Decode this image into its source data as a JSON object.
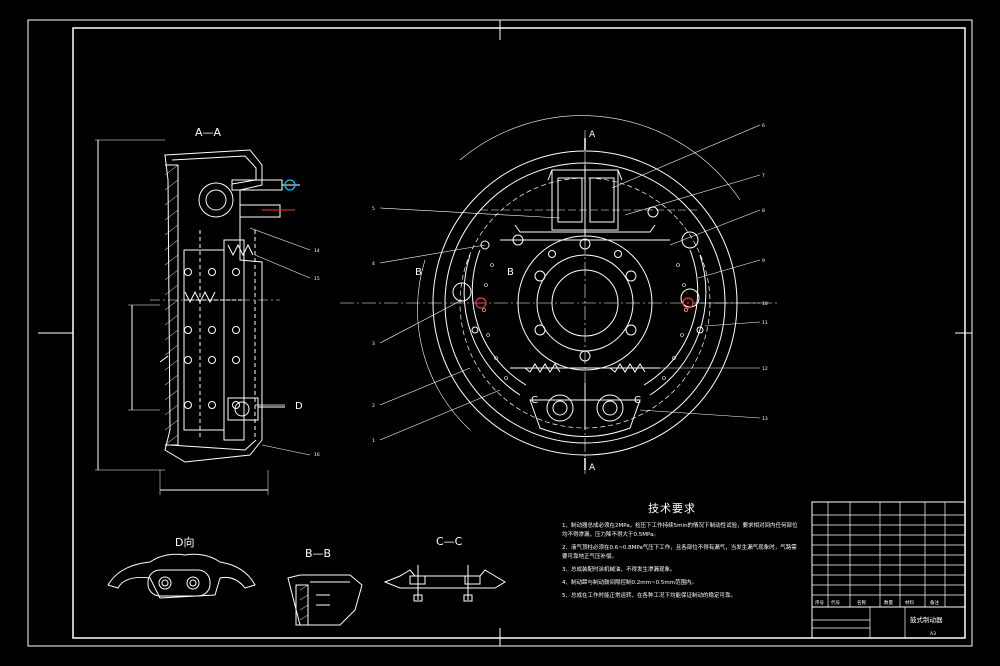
{
  "drawing": {
    "line_color": "#ffffff",
    "accent_cyan": "#00c8ff",
    "accent_red": "#ff3030",
    "background": "#000000"
  },
  "views": {
    "section_aa": "A—A",
    "view_d": "D向",
    "section_bb": "B—B",
    "section_cc": "C—C",
    "marker_a": "A",
    "marker_b": "B",
    "marker_c": "C",
    "marker_d": "D"
  },
  "tech": {
    "title": "技术要求",
    "items": [
      "1、制动器总成必须在2MPa，检压下工作持续5min的情况下制动性试验，要求相对间内任何部位均不得渗漏，压力降不得大于0.5MPa。",
      "2、液气顶柱必须在0.6~0.8MPa气压下工作，且各部位不得有漏气，当发生漏气现象时，气路需要可靠地正气压补偿。",
      "3、总成装配时涂机械油，不得发生渗漏现象。",
      "4、制动蹄与制动鼓间隙控制0.2mm~0.5mm范围内。",
      "5、总成在工作时能正常运转，在各种工况下均能保证制动的稳定可靠。"
    ]
  },
  "title_block": {
    "drawing_name": "鼓式制动器",
    "header": [
      "序号",
      "代号",
      "名称",
      "数量",
      "材料",
      "备注"
    ],
    "sheet": "A3"
  },
  "callouts": [
    "1",
    "2",
    "3",
    "4",
    "5",
    "6",
    "7",
    "8",
    "9",
    "10",
    "11",
    "12",
    "13",
    "14",
    "15",
    "16"
  ]
}
